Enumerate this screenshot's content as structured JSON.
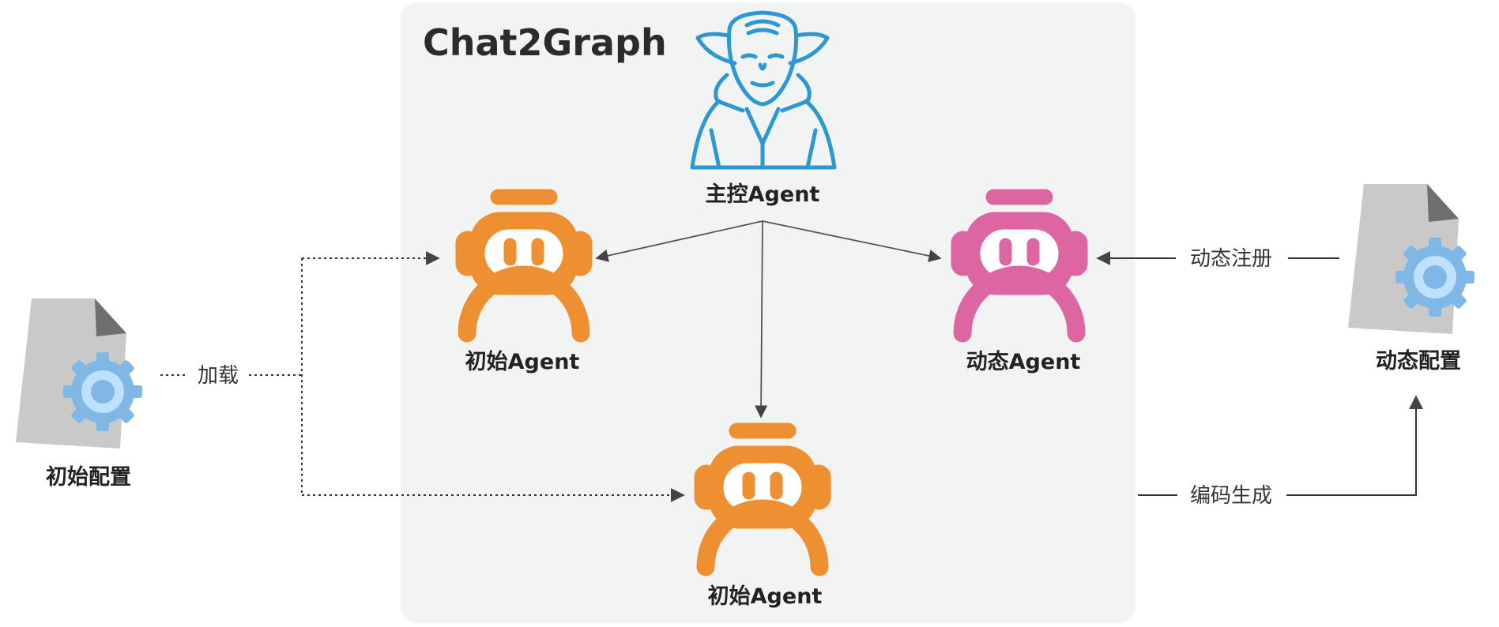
{
  "title": "Chat2Graph",
  "colors": {
    "container_bg": "#f1f4f3",
    "master_icon": "#2d97d3",
    "initial_agent": "#ee8f32",
    "dynamic_agent": "#dd66a2",
    "gear": "#7fb8e6",
    "document": "#c9c9c9",
    "arrow": "#555555"
  },
  "nodes": {
    "master_agent": {
      "label": "主控Agent",
      "icon": "yoda-like-master-icon"
    },
    "initial_agent_top": {
      "label": "初始Agent",
      "icon": "robot-icon"
    },
    "initial_agent_bottom": {
      "label": "初始Agent",
      "icon": "robot-icon"
    },
    "dynamic_agent": {
      "label": "动态Agent",
      "icon": "robot-icon"
    },
    "initial_config": {
      "label": "初始配置",
      "icon": "config-file-gear-icon"
    },
    "dynamic_config": {
      "label": "动态配置",
      "icon": "config-file-gear-icon"
    }
  },
  "edges": {
    "load": {
      "label": "加载",
      "style": "dotted"
    },
    "dynamic_register": {
      "label": "动态注册",
      "style": "solid"
    },
    "code_generate": {
      "label": "编码生成",
      "style": "solid"
    }
  }
}
